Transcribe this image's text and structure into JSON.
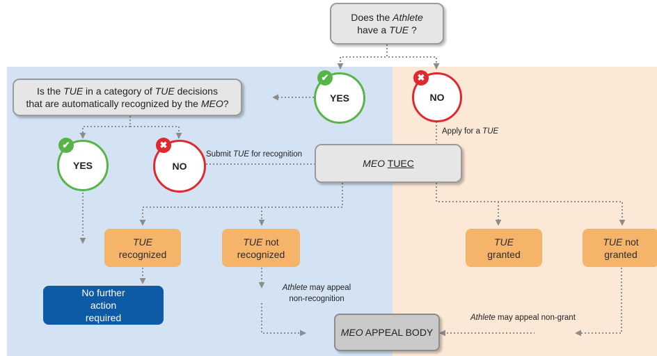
{
  "question1": {
    "line1_pre": "Does the ",
    "line1_italic": "Athlete",
    "line2_pre": "have a ",
    "line2_italic": "TUE",
    "line2_post": " ?"
  },
  "question2": {
    "line1_pre": "Is the ",
    "line1_italic1": "TUE",
    "line1_mid": " in a category of ",
    "line1_italic2": "TUE",
    "line1_post": " decisions",
    "line2_pre": "that are automatically recognized by the ",
    "line2_italic": "MEO",
    "line2_post": "?"
  },
  "circles": {
    "yes_top": "YES",
    "no_top": "NO",
    "yes_left": "YES",
    "no_left": "NO"
  },
  "badges": {
    "check": "✔",
    "cross": "✖"
  },
  "meo_tuec": {
    "italic": "MEO",
    "underlined": "TUEC"
  },
  "outcomes": {
    "recognized": {
      "italic": "TUE",
      "text": "recognized"
    },
    "not_recognized": {
      "italic": "TUE",
      "line1_post": " not",
      "line2": "recognized"
    },
    "granted": {
      "italic": "TUE",
      "text": "granted"
    },
    "not_granted": {
      "italic": "TUE",
      "line1_post": " not",
      "line2": "granted"
    },
    "no_further": {
      "line1": "No further",
      "line2": "action",
      "line3": "required"
    }
  },
  "appeal_body": {
    "italic": "MEO",
    "text": " APPEAL BODY"
  },
  "notes": {
    "submit": {
      "pre": "Submit ",
      "italic": "TUE",
      "post": " for recognition"
    },
    "apply": {
      "pre": "Apply for a ",
      "italic": "TUE"
    },
    "appeal_nonrec": {
      "italic": "Athlete",
      "line1_post": " may appeal",
      "line2": "non-recognition"
    },
    "appeal_nongrant": {
      "italic": "Athlete",
      "post": " may appeal non-grant"
    }
  },
  "colors": {
    "left_panel": "#d3e3f3",
    "right_panel": "#fbe8d6",
    "orange_box": "#f6b36a",
    "blue_box": "#0e5aa7",
    "green": "#57b547",
    "red": "#e0282e",
    "connector": "#8c8c8c"
  }
}
